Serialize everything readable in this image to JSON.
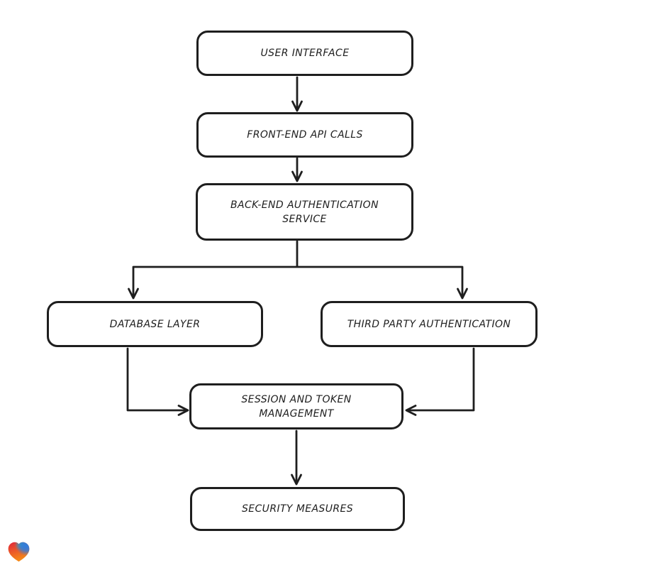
{
  "canvas": {
    "background": "#ffffff"
  },
  "diagram": {
    "type": "flowchart",
    "style": "hand-drawn",
    "stroke_color": "#1e1e1e",
    "node_fill": "#ffffff",
    "nodes": [
      {
        "id": "user-interface",
        "label": "USER INTERFACE"
      },
      {
        "id": "front-end-api-calls",
        "label": "FRONT-END API CALLS"
      },
      {
        "id": "back-end-authentication-service",
        "label": "BACK-END AUTHENTICATION",
        "label2": "SERVICE"
      },
      {
        "id": "database-layer",
        "label": "DATABASE LAYER"
      },
      {
        "id": "third-party-authentication",
        "label": "THIRD PARTY AUTHENTICATION"
      },
      {
        "id": "session-and-token-management",
        "label": "SESSION AND TOKEN",
        "label2": "MANAGEMENT"
      },
      {
        "id": "security-measures",
        "label": "SECURITY MEASURES"
      }
    ],
    "edges": [
      {
        "from": "user-interface",
        "to": "front-end-api-calls"
      },
      {
        "from": "front-end-api-calls",
        "to": "back-end-authentication-service"
      },
      {
        "from": "back-end-authentication-service",
        "to": "database-layer"
      },
      {
        "from": "back-end-authentication-service",
        "to": "third-party-authentication"
      },
      {
        "from": "database-layer",
        "to": "session-and-token-management"
      },
      {
        "from": "third-party-authentication",
        "to": "session-and-token-management"
      },
      {
        "from": "session-and-token-management",
        "to": "security-measures"
      }
    ]
  },
  "logo": {
    "icon": "gradient-heart-icon",
    "colors": {
      "red": "#e0263b",
      "teal": "#2cb3b0",
      "blue": "#2e7de0",
      "orange": "#f68a17"
    }
  }
}
